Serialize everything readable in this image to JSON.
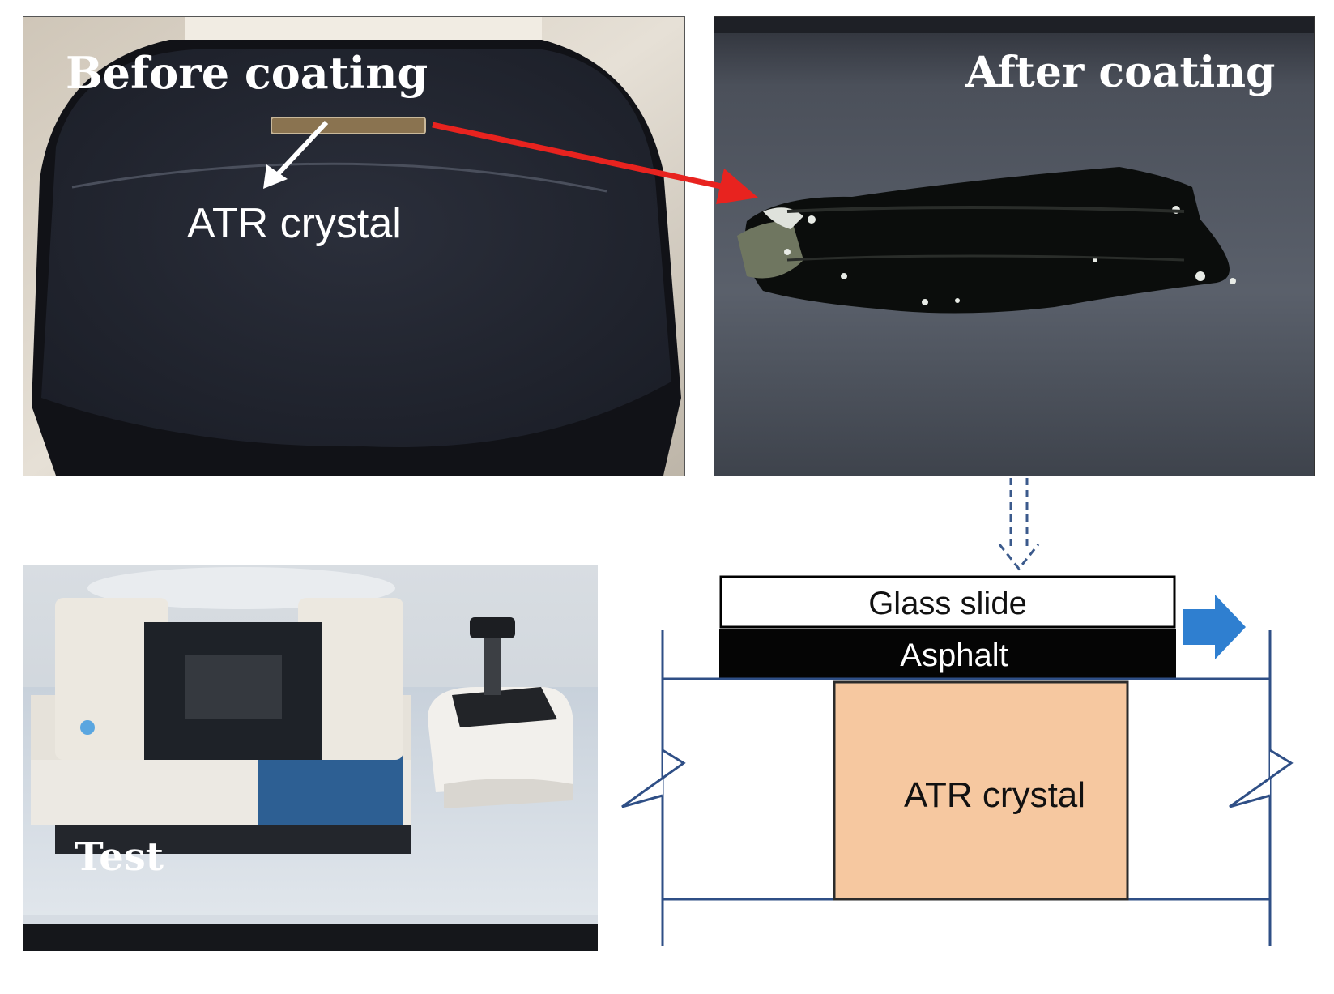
{
  "panels": {
    "before": {
      "title": "Before coating",
      "crystal_label": "ATR crystal"
    },
    "after": {
      "title": "After coating"
    },
    "test": {
      "title": "Test"
    }
  },
  "schematic": {
    "glass_label": "Glass slide",
    "asphalt_label": "Asphalt",
    "crystal_label": "ATR crystal"
  },
  "colors": {
    "red_arrow": "#e8231f",
    "blue_arrow": "#2f7fd0",
    "crystal_fill": "#f6c8a0",
    "outline_blue": "#2f4f86",
    "asphalt": "#050505"
  },
  "icons": [
    "white-arrow-icon",
    "red-arrow-icon",
    "dashed-down-arrow-icon",
    "blue-right-arrow-icon",
    "break-symbol-icon"
  ]
}
